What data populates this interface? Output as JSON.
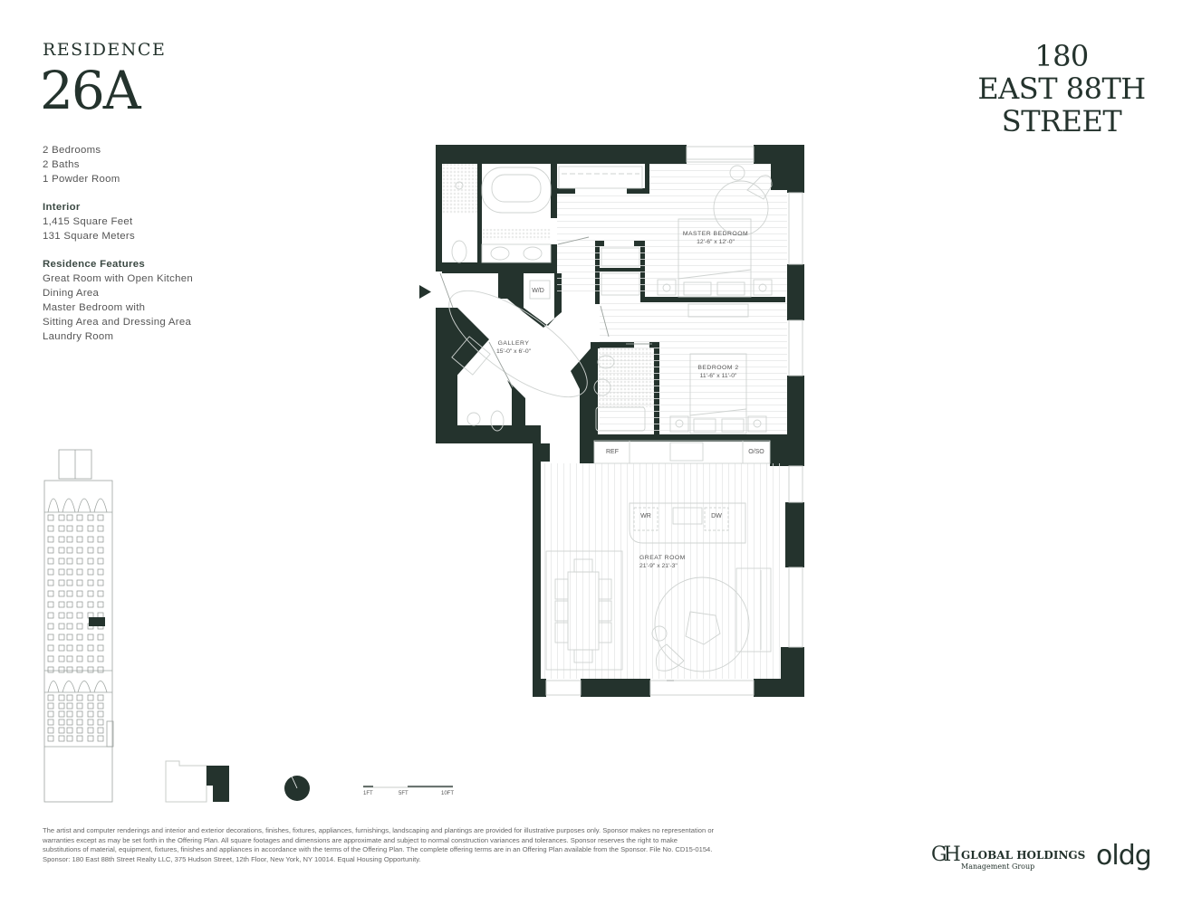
{
  "header": {
    "residence_label": "RESIDENCE",
    "residence_number": "26A"
  },
  "address": {
    "line1": "180",
    "line2": "EAST 88TH",
    "line3": "STREET"
  },
  "summary": {
    "bedrooms": "2 Bedrooms",
    "baths": "2 Baths",
    "powder": "1  Powder Room"
  },
  "interior": {
    "heading": "Interior",
    "sqft": "1,415 Square Feet",
    "sqm": "131 Square Meters"
  },
  "features": {
    "heading": "Residence Features",
    "items": [
      "Great Room with Open Kitchen",
      "Dining Area",
      "Master Bedroom with",
      "Sitting Area and Dressing Area",
      "Laundry Room"
    ]
  },
  "floorplan": {
    "colors": {
      "wall": "#24332d",
      "line": "#cfd3d1",
      "floor": "#ffffff"
    },
    "rooms": [
      {
        "name": "MASTER BEDROOM",
        "dims": "12'-6\" x 12'-0\""
      },
      {
        "name": "GALLERY",
        "dims": "15'-0\" x 6'-0\""
      },
      {
        "name": "BEDROOM 2",
        "dims": "11'-6\" x 11'-0\""
      },
      {
        "name": "GREAT ROOM",
        "dims": "21'-9\" x 21'-3\""
      }
    ],
    "fixtures": {
      "wd": "W/D",
      "ref": "REF",
      "oso": "O/SO",
      "wr": "WR",
      "dw": "DW"
    }
  },
  "scale": {
    "labels": [
      "1FT",
      "5FT",
      "10FT"
    ]
  },
  "disclaimer": "The artist and computer renderings and interior and exterior decorations, finishes, fixtures, appliances, furnishings, landscaping and plantings are provided for illustrative purposes only. Sponsor makes no representation or warranties except as may be set forth in the Offering Plan. All square footages and dimensions are approximate and subject to normal construction variances and tolerances. Sponsor reserves the right to make substitutions of material, equipment, fixtures, finishes and appliances in accordance with the terms of the Offering Plan. The complete offering terms are in an Offering Plan available from the Sponsor. File No. CD15-0154. Sponsor: 180 East 88th Street Realty LLC, 375 Hudson Street, 12th Floor, New York, NY 10014. Equal Housing Opportunity.",
  "logos": {
    "gh_mark": "GH",
    "gh_name": "GLOBAL HOLDINGS",
    "gh_sub": "Management Group",
    "oldg": "oldg"
  }
}
